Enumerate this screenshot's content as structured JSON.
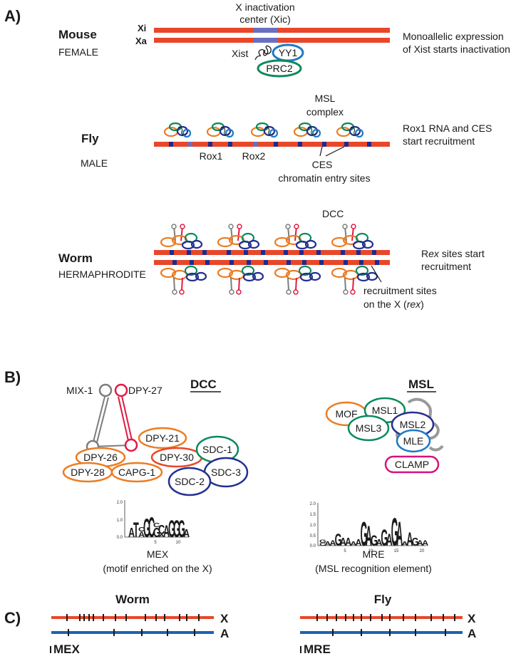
{
  "colors": {
    "chromosome_red": "#e8472a",
    "xic_blue": "#6a6fbf",
    "site_navy": "#1f2b8c",
    "autosome_blue": "#1b64b0",
    "orange": "#ec7c22",
    "green": "#0b8a5a",
    "navy": "#23308f",
    "blue": "#1f7ac4",
    "magenta": "#d4137f",
    "red_dpy27": "#e01b45",
    "grey": "#7d7d7d",
    "logo_A": "#1e9c3a",
    "logo_C": "#2b59c3",
    "logo_G": "#f3a712",
    "logo_T": "#d9262a"
  },
  "panelA": {
    "label": "A)",
    "mouse": {
      "name": "Mouse",
      "sex": "FEMALE",
      "xi": "Xi",
      "xa": "Xa",
      "xic_line1": "X inactivation",
      "xic_line2": "center (Xic)",
      "xist": "Xist",
      "yy1": "YY1",
      "prc2": "PRC2",
      "note_line1": "Monoallelic expression",
      "note_line2": "of Xist starts inactivation"
    },
    "fly": {
      "name": "Fly",
      "sex": "MALE",
      "msl_line1": "MSL",
      "msl_line2": "complex",
      "rox1": "Rox1",
      "rox2": "Rox2",
      "ces_line1": "CES",
      "ces_line2": "chromatin entry sites",
      "note_line1": "Rox1 RNA and CES",
      "note_line2": "start recruitment"
    },
    "worm": {
      "name": "Worm",
      "sex": "HERMAPHRODITE",
      "dcc": "DCC",
      "note_line1_a": "R",
      "note_line1_b": "ex",
      "note_line1_c": " sites start",
      "note_line2": "recruitment",
      "sites_line1": "recruitment sites",
      "sites_line2_a": "on the X (",
      "sites_line2_b": "rex",
      "sites_line2_c": ")"
    }
  },
  "panelB": {
    "label": "B)",
    "dcc": {
      "title": "DCC",
      "proteins": {
        "mix1": "MIX-1",
        "dpy27": "DPY-27",
        "dpy21": "DPY-21",
        "dpy26": "DPY-26",
        "dpy30": "DPY-30",
        "sdc1": "SDC-1",
        "dpy28": "DPY-28",
        "capg1": "CAPG-1",
        "sdc2": "SDC-2",
        "sdc3": "SDC-3"
      },
      "motif_name": "MEX",
      "motif_desc": "(motif enriched on the X)",
      "logo_yticks": [
        "2.0",
        "1.0",
        "0.0"
      ],
      "logo_xticks": [
        "5",
        "10"
      ]
    },
    "msl": {
      "title": "MSL",
      "proteins": {
        "mof": "MOF",
        "msl1": "MSL1",
        "msl3": "MSL3",
        "msl2": "MSL2",
        "mle": "MLE",
        "clamp": "CLAMP"
      },
      "motif_name": "MRE",
      "motif_desc": "(MSL recognition element)",
      "logo_yticks": [
        "2.0",
        "1.5",
        "1.0",
        "0.5",
        "0.0"
      ],
      "logo_xticks": [
        "5",
        "10",
        "15",
        "20"
      ]
    }
  },
  "panelC": {
    "label": "C)",
    "worm": {
      "title": "Worm",
      "x": "X",
      "a": "A",
      "legend": "MEX"
    },
    "fly": {
      "title": "Fly",
      "x": "X",
      "a": "A",
      "legend": "MRE"
    }
  }
}
